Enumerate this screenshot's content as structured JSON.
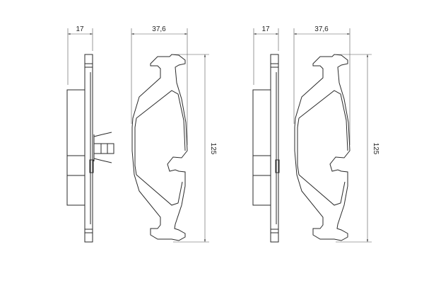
{
  "drawings": [
    {
      "name": "pad-1",
      "thickness_label": "17",
      "width_label": "37,6",
      "height_label": "125",
      "has_wear_clip": true
    },
    {
      "name": "pad-2",
      "thickness_label": "17",
      "width_label": "37,6",
      "height_label": "125",
      "has_wear_clip": false
    }
  ],
  "colors": {
    "line": "#2a2a2a",
    "dimension": "#555555",
    "background": "#ffffff"
  }
}
